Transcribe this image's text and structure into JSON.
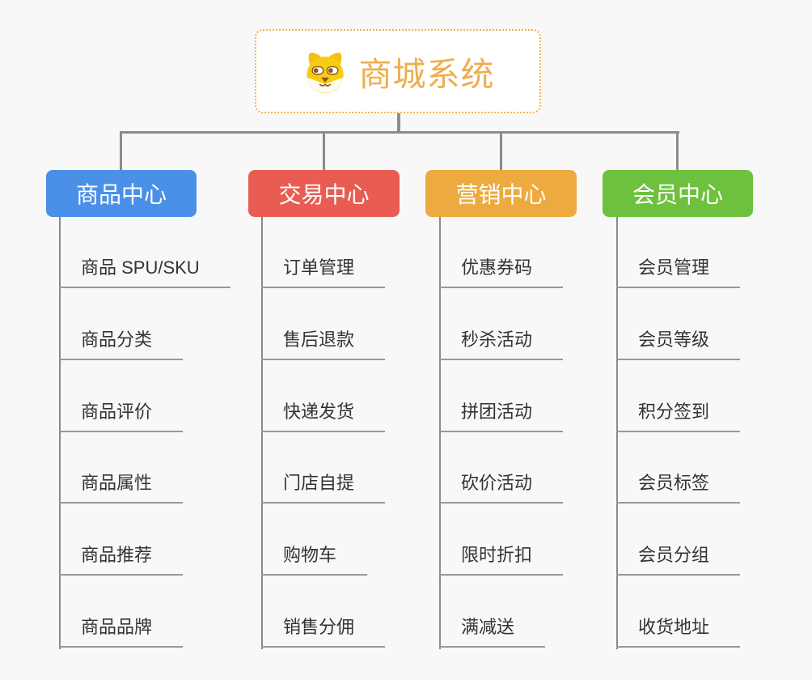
{
  "page": {
    "background_color": "#f8f8f8",
    "connector_color": "#8c8c8c",
    "underline_color": "#999999",
    "child_text_color": "#333333"
  },
  "root": {
    "label": "商城系统",
    "icon": "dog-face-icon",
    "text_color": "#f0ad4e",
    "border_color": "#f5b04c",
    "background_color": "#ffffff"
  },
  "branches": [
    {
      "label": "商品中心",
      "color": "#4a90e8",
      "children": [
        "商品 SPU/SKU",
        "商品分类",
        "商品评价",
        "商品属性",
        "商品推荐",
        "商品品牌"
      ]
    },
    {
      "label": "交易中心",
      "color": "#e85c52",
      "children": [
        "订单管理",
        "售后退款",
        "快递发货",
        "门店自提",
        "购物车",
        "销售分佣"
      ]
    },
    {
      "label": "营销中心",
      "color": "#edaa3e",
      "children": [
        "优惠券码",
        "秒杀活动",
        "拼团活动",
        "砍价活动",
        "限时折扣",
        "满减送"
      ]
    },
    {
      "label": "会员中心",
      "color": "#6ec13e",
      "children": [
        "会员管理",
        "会员等级",
        "积分签到",
        "会员标签",
        "会员分组",
        "收货地址"
      ]
    }
  ]
}
